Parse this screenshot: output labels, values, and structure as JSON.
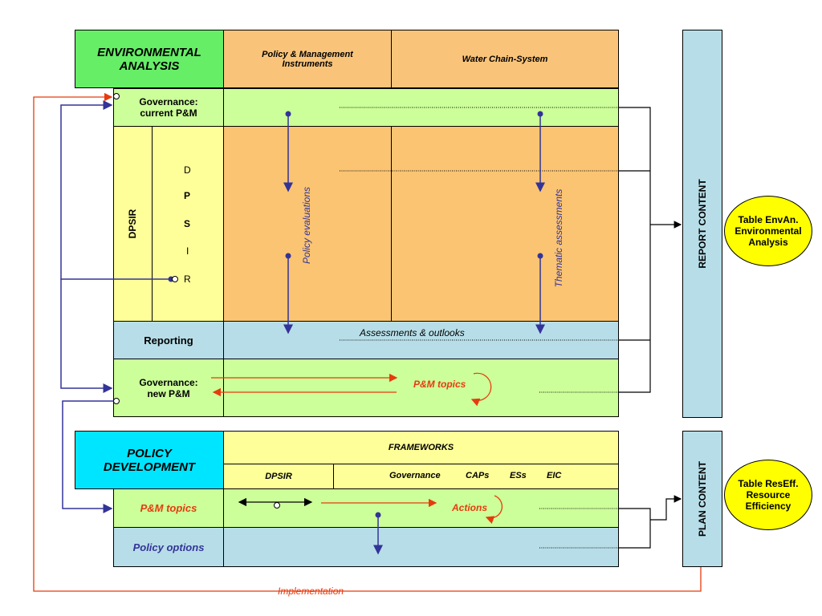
{
  "colors": {
    "green_header": "#66ee66",
    "orange_header": "#f9c47a",
    "orange_area": "#fac472",
    "light_green": "#ccff99",
    "light_yellow": "#ffff99",
    "light_blue": "#b7dee8",
    "cyan": "#00e5ff",
    "circle_yellow": "#ffff00",
    "arrow_blue": "#333399",
    "arrow_red": "#e63b0e"
  },
  "env": {
    "title": "ENVIRONMENTAL ANALYSIS",
    "col1": "Policy & Management Instruments",
    "col2": "Water Chain-System",
    "gov_current": "Governance: current P&M",
    "dpsir": "DPSIR",
    "letters": [
      "D",
      "P",
      "S",
      "I",
      "R"
    ],
    "policy_evaluations": "Policy evaluations",
    "thematic_assessments": "Thematic assessments",
    "reporting": "Reporting",
    "assessments_outlooks": "Assessments & outlooks",
    "gov_new": "Governance: new P&M",
    "pm_topics": "P&M topics"
  },
  "policy": {
    "title": "POLICY DEVELOPMENT",
    "frameworks": "FRAMEWORKS",
    "dpsir": "DPSIR",
    "governance": "Governance",
    "caps": "CAPs",
    "ess": "ESs",
    "eic": "EIC",
    "pm_topics": "P&M topics",
    "actions": "Actions",
    "policy_options": "Policy options"
  },
  "side": {
    "report_content": "REPORT CONTENT",
    "plan_content": "PLAN CONTENT",
    "table_envan": "Table EnvAn. Environmental Analysis",
    "table_reseff": "Table ResEff. Resource Efficiency"
  },
  "implementation": "Implementation"
}
